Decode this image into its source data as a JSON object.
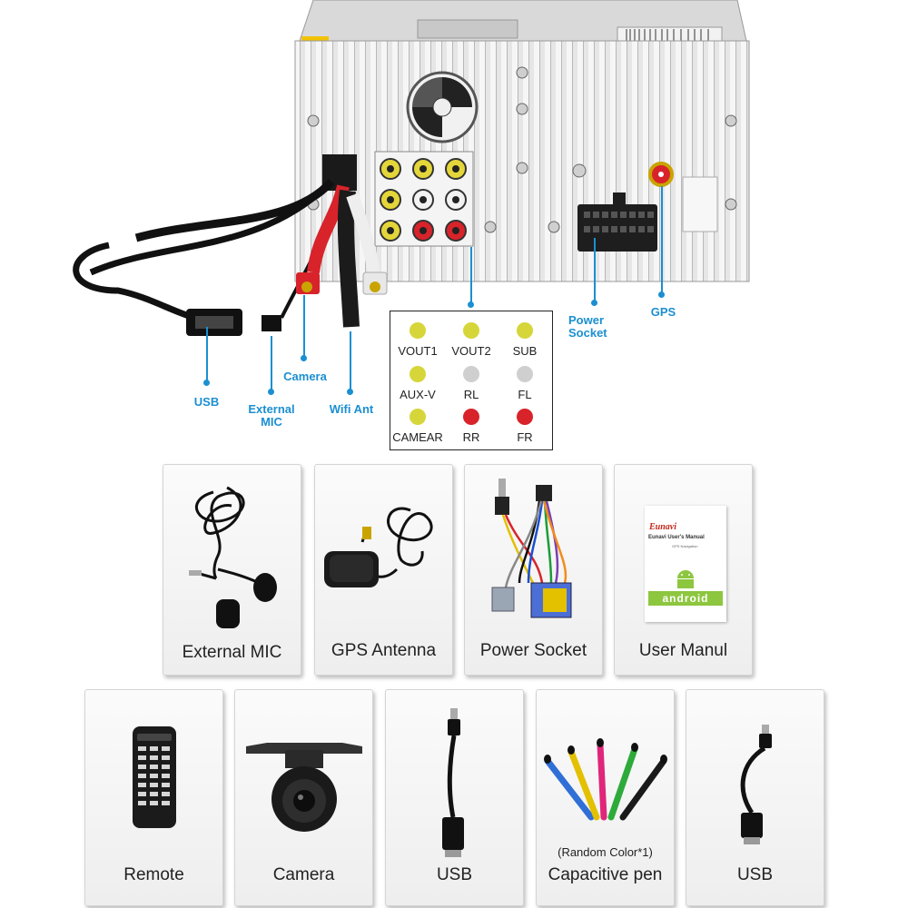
{
  "diagram": {
    "connector_labels": {
      "usb": "USB",
      "external_mic": "External\nMIC",
      "camera": "Camera",
      "wifi_ant": "Wifi Ant",
      "power_socket": "Power\nSocket",
      "gps": "GPS"
    },
    "rca_legend": [
      {
        "label": "VOUT1",
        "color": "#d6d63a"
      },
      {
        "label": "VOUT2",
        "color": "#d6d63a"
      },
      {
        "label": "SUB",
        "color": "#d6d63a"
      },
      {
        "label": "AUX-V",
        "color": "#d6d63a"
      },
      {
        "label": "RL",
        "color": "#cfcfcf"
      },
      {
        "label": "FL",
        "color": "#cfcfcf"
      },
      {
        "label": "CAMEAR",
        "color": "#d6d63a"
      },
      {
        "label": "RR",
        "color": "#d8232a"
      },
      {
        "label": "FR",
        "color": "#d8232a"
      }
    ],
    "accent_color": "#1b8fd1"
  },
  "accessories": {
    "row1": [
      {
        "label": "External MIC",
        "icon": "microphone-icon"
      },
      {
        "label": "GPS Antenna",
        "icon": "gps-antenna-icon"
      },
      {
        "label": "Power Socket",
        "icon": "wiring-harness-icon"
      },
      {
        "label": "User Manul",
        "icon": "manual-icon"
      }
    ],
    "row2": [
      {
        "label": "Remote",
        "icon": "remote-control-icon"
      },
      {
        "label": "Camera",
        "icon": "camera-icon"
      },
      {
        "label": "USB",
        "icon": "usb-cable-icon"
      },
      {
        "label": "Capacitive pen",
        "note": "(Random Color*1)",
        "icon": "stylus-pen-icon"
      },
      {
        "label": "USB",
        "icon": "usb-cable-icon"
      }
    ]
  },
  "manual": {
    "brand": "Eunavi",
    "title": "Eunavi User's Manual",
    "subtitle": "GPS Navigation",
    "logo_text": "android"
  }
}
